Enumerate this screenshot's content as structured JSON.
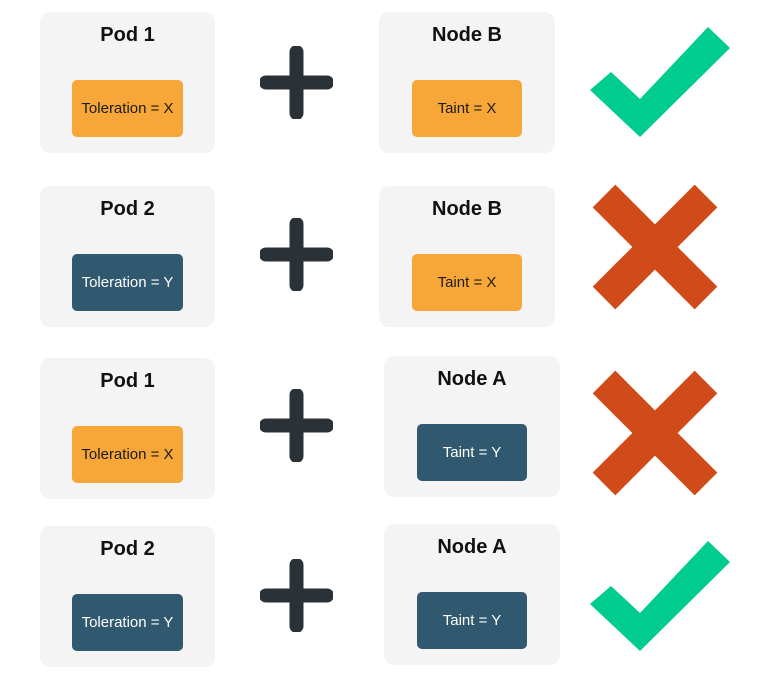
{
  "rows": [
    {
      "pod": {
        "title": "Pod 1",
        "toleration": "Toleration = X"
      },
      "node": {
        "title": "Node B",
        "taint": "Taint = X"
      },
      "result": "check-icon"
    },
    {
      "pod": {
        "title": "Pod 2",
        "toleration": "Toleration = Y"
      },
      "node": {
        "title": "Node B",
        "taint": "Taint = X"
      },
      "result": "cross-icon"
    },
    {
      "pod": {
        "title": "Pod 1",
        "toleration": "Toleration = X"
      },
      "node": {
        "title": "Node A",
        "taint": "Taint = Y"
      },
      "result": "cross-icon"
    },
    {
      "pod": {
        "title": "Pod 2",
        "toleration": "Toleration = Y"
      },
      "node": {
        "title": "Node A",
        "taint": "Taint = Y"
      },
      "result": "check-icon"
    }
  ],
  "colors": {
    "card_bg": "#f4f4f4",
    "value_x": "#f7a738",
    "value_y": "#30596f",
    "plus": "#2b3237",
    "check": "#00cc8f",
    "cross": "#d14a1a"
  },
  "icons": [
    "plus-icon",
    "check-icon",
    "cross-icon"
  ]
}
